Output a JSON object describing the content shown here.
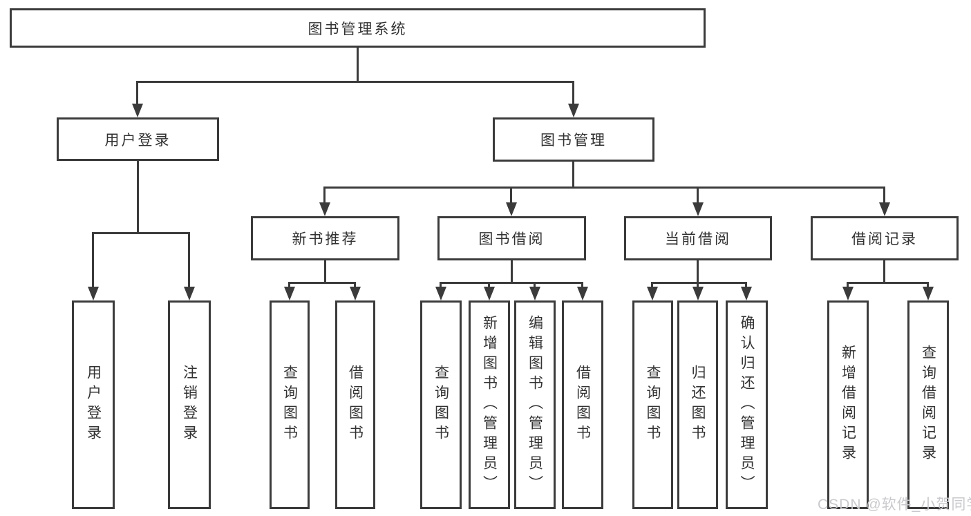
{
  "tree": {
    "root": {
      "label": "图书管理系统",
      "children": [
        {
          "label": "用户登录",
          "children": [
            {
              "label": "用户登录"
            },
            {
              "label": "注销登录"
            }
          ]
        },
        {
          "label": "图书管理",
          "children": [
            {
              "label": "新书推荐",
              "children": [
                {
                  "label": "查询图书"
                },
                {
                  "label": "借阅图书"
                }
              ]
            },
            {
              "label": "图书借阅",
              "children": [
                {
                  "label": "查询图书"
                },
                {
                  "label": "新增图书（管理员）"
                },
                {
                  "label": "编辑图书（管理员）"
                },
                {
                  "label": "借阅图书"
                }
              ]
            },
            {
              "label": "当前借阅",
              "children": [
                {
                  "label": "查询图书"
                },
                {
                  "label": "归还图书"
                },
                {
                  "label": "确认归还（管理员）"
                }
              ]
            },
            {
              "label": "借阅记录",
              "children": [
                {
                  "label": "新增借阅记录"
                },
                {
                  "label": "查询借阅记录"
                }
              ]
            }
          ]
        }
      ]
    }
  },
  "watermark": {
    "text": "CSDN @软件_小贺同学"
  },
  "colors": {
    "line": "#3b3b3b",
    "text": "#323232",
    "background": "#ffffff",
    "watermark": "#c9c9cd"
  }
}
